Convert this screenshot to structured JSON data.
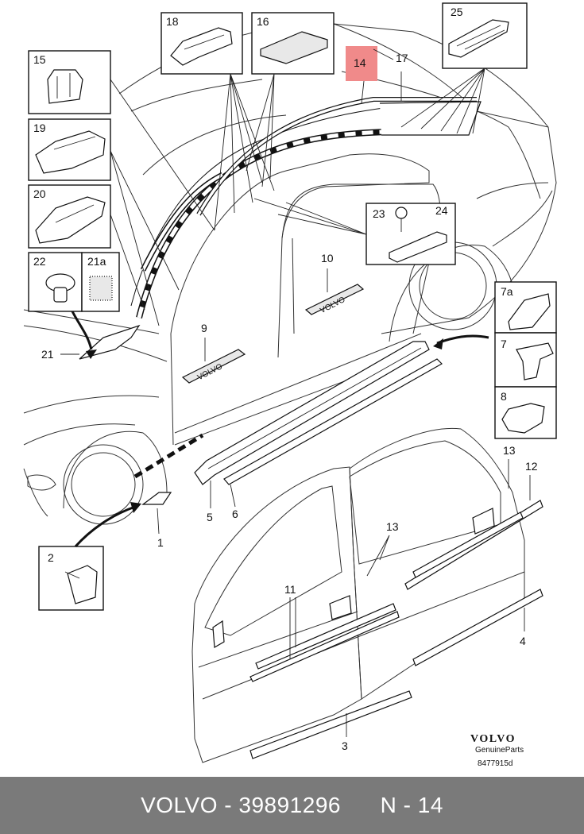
{
  "callouts": {
    "n1": "1",
    "n2": "2",
    "n3": "3",
    "n4": "4",
    "n5": "5",
    "n6": "6",
    "n7": "7",
    "n7a": "7a",
    "n8": "8",
    "n9": "9",
    "n10": "10",
    "n11": "11",
    "n12": "12",
    "n13a": "13",
    "n13b": "13",
    "n14": "14",
    "n15": "15",
    "n16": "16",
    "n17": "17",
    "n18": "18",
    "n19": "19",
    "n20": "20",
    "n21": "21",
    "n21a": "21a",
    "n22": "22",
    "n23": "23",
    "n24": "24",
    "n25": "25"
  },
  "badge_text_9": "VOLVO",
  "badge_text_10": "VOLVO",
  "brand": {
    "name": "VOLVO",
    "subtitle": "GenuineParts",
    "code": "8477915d"
  },
  "footer": {
    "brand": "VOLVO",
    "separator": " - ",
    "part_number": "39891296",
    "position": "N - 14"
  },
  "colors": {
    "highlight": "#f08a8a",
    "footer_bg": "#7a7a7a"
  }
}
